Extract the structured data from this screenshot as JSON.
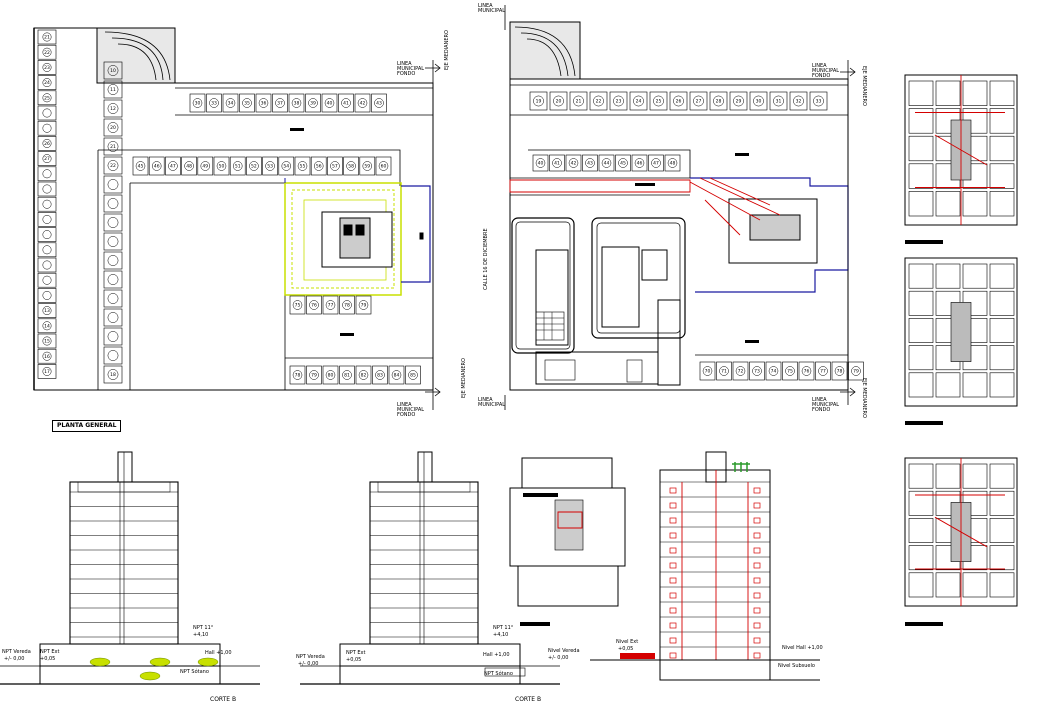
{
  "site_plan_left": {
    "title_box": "PLANTA GENERAL",
    "top_row": [
      "30",
      "33",
      "34",
      "35",
      "36",
      "37",
      "38",
      "39",
      "40",
      "41",
      "42",
      "43"
    ],
    "left_column": [
      "21",
      "22",
      "23",
      "24",
      "25",
      "",
      "",
      "26",
      "27",
      "",
      "",
      "",
      "",
      "",
      "",
      "",
      "",
      "",
      "13",
      "14",
      "15",
      "16",
      "17"
    ],
    "interior_left_column": [
      "10",
      "11",
      "12",
      "20",
      "21",
      "22",
      "",
      "",
      "",
      "",
      "",
      "",
      "",
      "",
      "",
      "",
      "18"
    ],
    "interior_top_row": [
      "45",
      "46",
      "47",
      "48",
      "49",
      "50",
      "51",
      "52",
      "53",
      "54",
      "55",
      "56",
      "57",
      "58",
      "59",
      "60"
    ],
    "interior_bottom_row": [
      "75",
      "76",
      "77",
      "78",
      "79"
    ],
    "bottom_row": [
      "78",
      "79",
      "80",
      "81",
      "82",
      "83",
      "84",
      "85"
    ],
    "labels": {
      "linea_municipal": "LINEA MUNICIPAL",
      "linea_municipal_fondo": "LINEA MUNICIPAL FONDO",
      "eje_medianero": "EJE MEDIANERO"
    }
  },
  "site_plan_right": {
    "top_row": [
      "19",
      "20",
      "21",
      "22",
      "23",
      "24",
      "25",
      "26",
      "27",
      "28",
      "29",
      "30",
      "31",
      "32",
      "33"
    ],
    "interior_row": [
      "40",
      "41",
      "42",
      "43",
      "44",
      "45",
      "46",
      "47",
      "48"
    ],
    "bottom_row": [
      "70",
      "71",
      "72",
      "73",
      "74",
      "75",
      "76",
      "77",
      "78",
      "79"
    ],
    "street_label": "CALLE 16 DE DICIEMBRE",
    "labels": {
      "linea_municipal": "LINEA MUNICIPAL",
      "linea_municipal_fondo": "LINEA MUNICIPAL FONDO",
      "eje_medianero": "EJE MEDIANERO"
    }
  },
  "sections": {
    "corte_left": "CORTE B",
    "corte_right": "CORTE B",
    "levels_left": {
      "npt_top": "NPT 11°",
      "npt_top_val": "+4,10",
      "nivel_vereda": "NPT Vereda",
      "nivel_vereda_val": "+/- 0,00",
      "npt_ext": "NPT Ext",
      "npt_ext_val": "+0,05",
      "npt_sotano": "NPT Sótano",
      "hall": "Hall +1,00"
    },
    "levels_right": {
      "npt_top": "NPT 11°",
      "npt_top_val": "+4,10",
      "nivel_vereda": "NPT Vereda",
      "nivel_vereda_val": "+/- 0,00",
      "npt_ext": "NPT Ext",
      "npt_ext_val": "+0,05",
      "npt_sotano": "NPT Sótano",
      "hall": "Hall +1,00"
    },
    "plumbing_section": {
      "nivel_vereda": "Nivel Vereda",
      "nivel_vereda_val": "+/- 0,00",
      "nivel_ext": "Nivel Ext",
      "nivel_ext_val": "+0,05",
      "nivel_hall": "Nivel Hall +1,00",
      "nivel_sotano": "Nivel Subsuelo"
    }
  },
  "colors": {
    "lines": "#000000",
    "plumbing": "#d40000",
    "landscape": "#c8e000",
    "boundary": "#1a1aa0",
    "trees": "#2a9a2a"
  }
}
